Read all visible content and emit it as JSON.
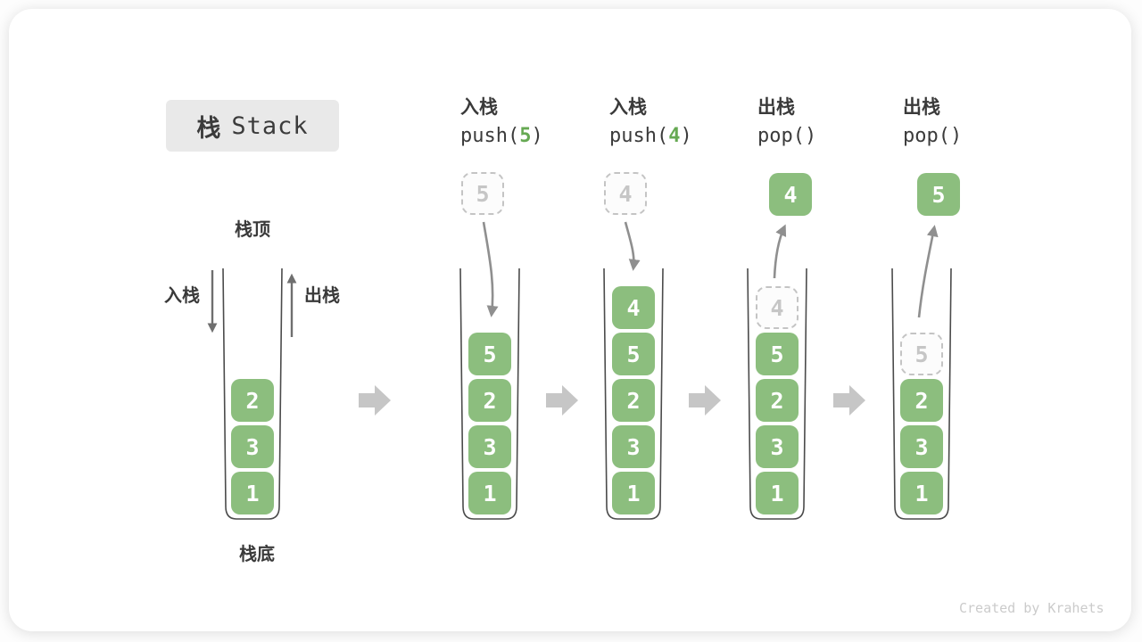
{
  "title": {
    "zh": "栈",
    "en": "Stack"
  },
  "left_stack": {
    "top_label": "栈顶",
    "bottom_label": "栈底",
    "push_label": "入栈",
    "pop_label": "出栈"
  },
  "operations": [
    {
      "zh": "入栈",
      "code_pre": "push(",
      "code_num": "5",
      "code_post": ")"
    },
    {
      "zh": "入栈",
      "code_pre": "push(",
      "code_num": "4",
      "code_post": ")"
    },
    {
      "zh": "出栈",
      "code_pre": "pop(",
      "code_num": "",
      "code_post": ")"
    },
    {
      "zh": "出栈",
      "code_pre": "pop(",
      "code_num": "",
      "code_post": ")"
    }
  ],
  "stacks": [
    {
      "elements": [
        "2",
        "3",
        "1"
      ]
    },
    {
      "float_value": "5",
      "elements": [
        "5",
        "2",
        "3",
        "1"
      ]
    },
    {
      "float_value": "4",
      "elements": [
        "4",
        "5",
        "2",
        "3",
        "1"
      ]
    },
    {
      "float_value": "4",
      "ghost_value": "4",
      "elements": [
        "5",
        "2",
        "3",
        "1"
      ]
    },
    {
      "float_value": "5",
      "ghost_value": "5",
      "elements": [
        "2",
        "3",
        "1"
      ]
    }
  ],
  "watermark": "Created by Krahets",
  "colors": {
    "element_green": "#8CBE7E",
    "code_number_green": "#66A953",
    "trajectory_arrow_gray": "#8F8F8F",
    "block_arrow_gray": "#C6C6C6",
    "dashed_gray": "#C4C4C4",
    "container_stroke": "#4B4B4B",
    "text_dark": "#3B3B3B",
    "title_bg": "#E9E9E9",
    "watermark_gray": "#CBCBCB"
  }
}
